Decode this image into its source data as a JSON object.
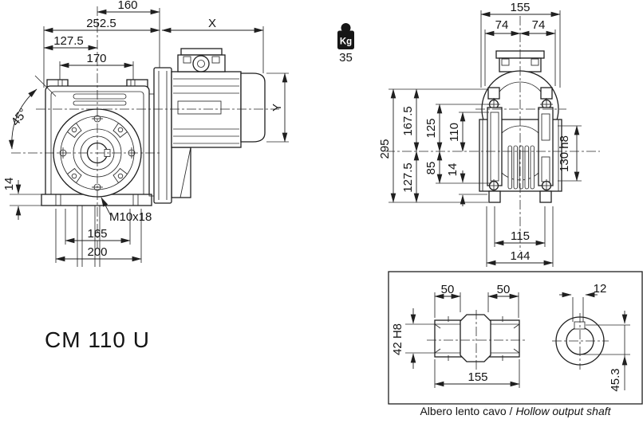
{
  "drawing": {
    "model": "CM 110 U",
    "weight_badge": {
      "unit": "Kg",
      "value": "35"
    },
    "front_view": {
      "dim_160": "160",
      "dim_252_5": "252.5",
      "dim_127_5": "127.5",
      "dim_170": "170",
      "dim_motor_length": "X",
      "dim_motor_height": "Y",
      "dim_angle": "45°",
      "dim_14": "14",
      "thread_callout": "M10x18",
      "dim_165": "165",
      "dim_200": "200"
    },
    "side_view": {
      "dim_155": "155",
      "dim_74_left": "74",
      "dim_74_right": "74",
      "dim_295": "295",
      "dim_167_5": "167.5",
      "dim_127_5": "127.5",
      "dim_125": "125",
      "dim_85": "85",
      "dim_110": "110",
      "dim_14": "14",
      "dim_130_h8": "130 h8",
      "dim_115": "115",
      "dim_144": "144"
    },
    "shaft_detail": {
      "dim_50_left": "50",
      "dim_50_right": "50",
      "dim_12": "12",
      "dim_42_h8": "42 H8",
      "dim_155": "155",
      "dim_45_3": "45.3",
      "caption_left": "Albero lento cavo /",
      "caption_right": "Hollow output shaft"
    }
  }
}
